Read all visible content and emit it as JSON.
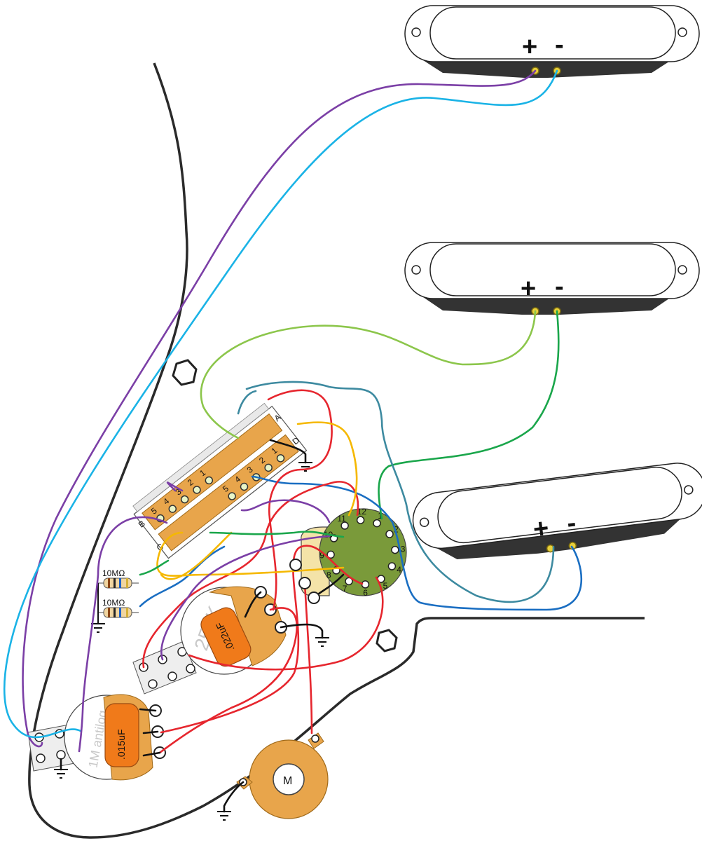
{
  "pickups": [
    {
      "plus": "+",
      "minus": "-"
    },
    {
      "plus": "+",
      "minus": "-"
    },
    {
      "plus": "+",
      "minus": "-"
    }
  ],
  "switch": {
    "terminal_letters": [
      "A",
      "B",
      "C",
      "D"
    ],
    "row_numbers": [
      "5",
      "4",
      "3",
      "2",
      "1"
    ]
  },
  "rotary": {
    "pins": [
      "1",
      "2",
      "3",
      "4",
      "5",
      "6",
      "7",
      "8",
      "9",
      "10",
      "11",
      "12"
    ]
  },
  "resistors": [
    "10MΩ",
    "10MΩ"
  ],
  "pots": {
    "tone": {
      "label": "250K",
      "cap": ".022uF"
    },
    "volume": {
      "label": "1M antilog",
      "cap": ".015uF"
    }
  },
  "jack": {
    "label": "M"
  },
  "colors": {
    "purple": "#7b3fa6",
    "cyan": "#1ab3e6",
    "lightgreen": "#8cc64b",
    "green": "#1aa64b",
    "red": "#e6262e",
    "yellow": "#f5b800",
    "teal": "#3d8aa0",
    "blue": "#1a6ec2",
    "black": "#111111",
    "pcb": "#7a9a3a",
    "brass": "#e8a54b",
    "cap": "#f07a1a"
  }
}
